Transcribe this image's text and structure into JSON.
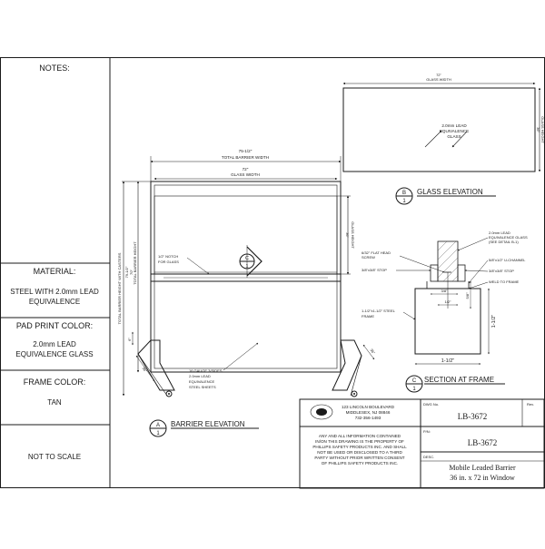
{
  "notes": {
    "header": "NOTES:",
    "material_label": "MATERIAL:",
    "material_value_1": "STEEL WITH 2.0mm LEAD",
    "material_value_2": "EQUIVALENCE",
    "pad_print_label": "PAD PRINT COLOR:",
    "pad_print_value_1": "2.0mm LEAD",
    "pad_print_value_2": "EQUIVALENCE GLASS",
    "frame_color_label": "FRAME COLOR:",
    "frame_color_value": "TAN",
    "scale_note": "NOT TO SCALE"
  },
  "glass_elevation": {
    "width_value": "72\"",
    "width_label": "GLASS WIDTH",
    "height_value": "36\"",
    "height_label": "GLASS HEIGHT",
    "note_1": "2.0mm LEAD",
    "note_2": "EQUIVALENCE",
    "note_3": "GLASS",
    "callout_letter": "B",
    "callout_number": "1",
    "title": "GLASS ELEVATION"
  },
  "barrier_elevation": {
    "total_width_value": "75-1/2\"",
    "total_width_label": "TOTAL BARRIER WIDTH",
    "glass_width_value": "72\"",
    "glass_width_label": "GLASS WIDTH",
    "total_height_casters_value": "79-1/2\"",
    "total_height_casters_label": "TOTAL BARRIER HEIGHT WITH CASTERS",
    "total_height_value": "70\"",
    "total_height_label": "TOTAL BARRIER HEIGHT",
    "glass_height_value": "36\"",
    "glass_height_label": "GLASS HEIGHT",
    "notch_1": "1/2\" NOTCH",
    "notch_2": "FOR GLASS",
    "steel_1": "16 GAUGE 3/SIDES",
    "steel_2": "2.0mm LEAD",
    "steel_3": "EQUIVALENCE",
    "steel_4": "STEEL SHEETS",
    "caster_dim_left": "36\"",
    "caster_dim_mid": "6\"",
    "caster_dim_right": "36\"",
    "section_callout_letter": "C",
    "section_callout_number": "1",
    "callout_letter": "A",
    "callout_number": "1",
    "title": "BARRIER ELEVATION"
  },
  "section_frame": {
    "lead_glass_1": "2.0mm LEAD",
    "lead_glass_2": "EQUIVALENCE GLASS",
    "lead_glass_3": "(SEE DETAIL B-1)",
    "screw_1": "6/32\" FLAT HEAD",
    "screw_2": "SCREW",
    "u_channel": "5/8\"x1/2\" U-CHANNEL",
    "stop_left": "3/8\"x3/8\" STOP",
    "stop_right": "3/8\"x3/8\" STOP",
    "weld": "WELD TO FRAME",
    "steel_1": "1-1/2\"x1-1/2\" STEEL",
    "steel_2": "FRAME",
    "dim_3_8": "3/8\"",
    "dim_1_2": "1/2\"",
    "dim_5_8": "5/8\"",
    "dim_height": "1-1/2\"",
    "dim_width": "1-1/2\"",
    "callout_letter": "C",
    "callout_number": "1",
    "title": "SECTION AT FRAME"
  },
  "title_block": {
    "address_1": "123 LINCOLN BOULEVARD",
    "address_2": "MIDDLESEX, NJ 08846",
    "address_3": "732-356-1493",
    "disclaimer_1": "ANY AND ALL INFORMATION CONTAINED",
    "disclaimer_2": "IN/ON THIS DRAWING IS THE PROPERTY OF",
    "disclaimer_3": "PHILLIPS SAFETY PRODUCTS INC. AND SHALL",
    "disclaimer_4": "NOT BE USED OR DISCLOSED TO A THIRD",
    "disclaimer_5": "PARTY WITHOUT PRIOR WRITTEN CONSENT",
    "disclaimer_6": "OF PHILLIPS SAFETY PRODUCTS INC.",
    "dwg_label": "DWG No.",
    "dwg_value": "LB-3672",
    "rev_label": "Rev.",
    "pn_label": "P/N:",
    "pn_value": "LB-3672",
    "desc_label": "DESC.",
    "desc_1": "Mobile Leaded Barrier",
    "desc_2": "36 in. x 72 in Window"
  }
}
